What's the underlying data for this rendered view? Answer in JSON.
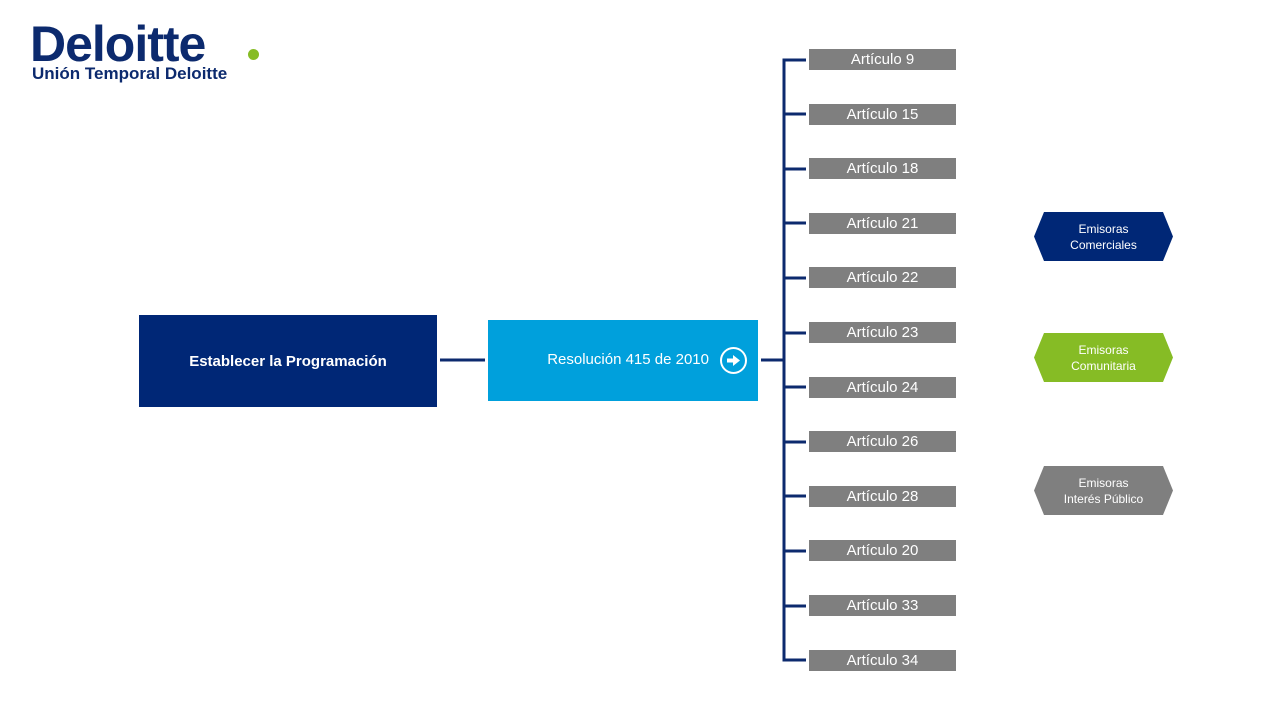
{
  "logo": {
    "wordmark": "Deloitte",
    "subtitle": "Unión Temporal Deloitte",
    "text_color": "#0c2a6e",
    "dot_color": "#86bc25"
  },
  "main_box": {
    "label": "Establecer la Programación",
    "color": "#002776"
  },
  "resolution_box": {
    "label": "Resolución 415 de 2010",
    "color": "#00a0dc",
    "icon": "arrow-right-circle-icon"
  },
  "connector_color": "#0c2a6e",
  "article_color": "#7f7f7f",
  "articles": [
    "Artículo 9",
    "Artículo 15",
    "Artículo  18",
    "Artículo 21",
    "Artículo 22",
    "Artículo 23",
    "Artículo 24",
    "Artículo 26",
    "Artículo 28",
    "Artículo 20",
    "Artículo 33",
    "Artículo 34"
  ],
  "emisoras": [
    {
      "line1": "Emisoras",
      "line2": "Comerciales",
      "color": "#002776"
    },
    {
      "line1": "Emisoras",
      "line2": "Comunitaria",
      "color": "#86bc25"
    },
    {
      "line1": "Emisoras",
      "line2": "Interés Público",
      "color": "#7f7f7f"
    }
  ]
}
